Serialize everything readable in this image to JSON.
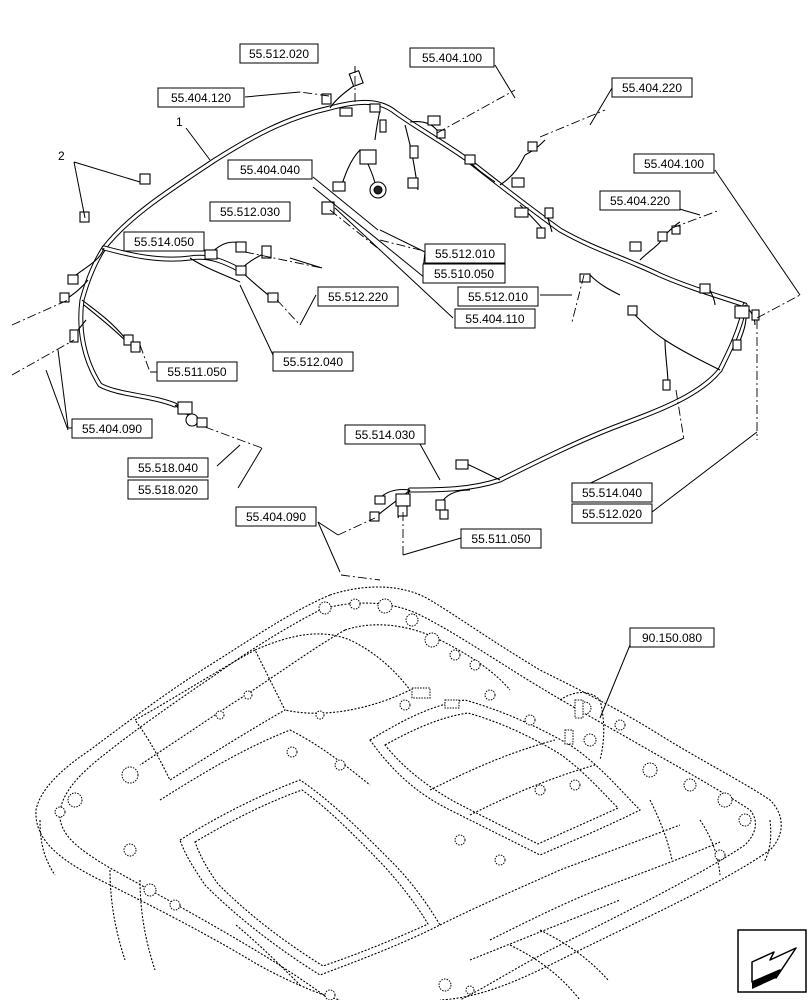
{
  "references": {
    "r_55_512_020_top": "55.512.020",
    "r_55_404_120": "55.404.120",
    "r_55_404_100_top": "55.404.100",
    "r_55_404_220_top": "55.404.220",
    "r_55_404_040": "55.404.040",
    "r_55_404_100_right": "55.404.100",
    "r_55_512_030": "55.512.030",
    "r_55_404_220_right": "55.404.220",
    "r_55_514_050": "55.514.050",
    "r_55_512_010_a": "55.512.010",
    "r_55_510_050": "55.510.050",
    "r_55_512_010_b": "55.512.010",
    "r_55_512_220": "55.512.220",
    "r_55_404_110": "55.404.110",
    "r_55_512_040": "55.512.040",
    "r_55_511_050_left": "55.511.050",
    "r_55_404_090_left": "55.404.090",
    "r_55_514_030": "55.514.030",
    "r_55_518_040": "55.518.040",
    "r_55_518_020": "55.518.020",
    "r_55_514_040": "55.514.040",
    "r_55_512_020_bottom": "55.512.020",
    "r_55_404_090_bottom": "55.404.090",
    "r_55_511_050_bottom": "55.511.050",
    "r_90_150_080": "90.150.080"
  },
  "callouts": {
    "item_1": "1",
    "item_2": "2"
  },
  "icons": {
    "navigation": "arrow-down-left-icon"
  }
}
